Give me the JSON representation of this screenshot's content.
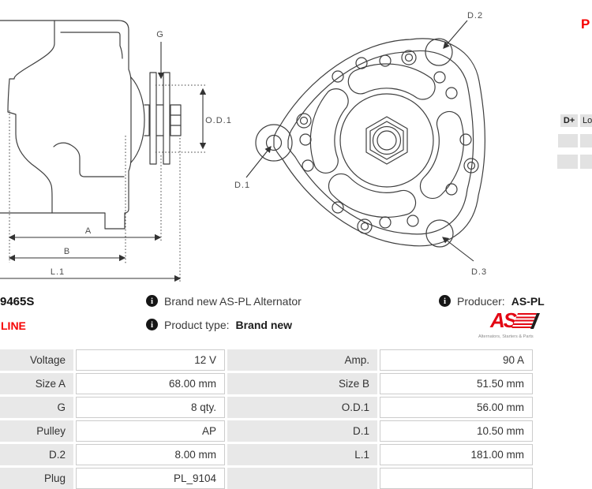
{
  "top_right": {
    "partial_heading": "P",
    "pin_table": {
      "columns": [
        "D+",
        "Lo"
      ]
    }
  },
  "drawing_side": {
    "labels": {
      "g": "G",
      "od1": "O.D.1",
      "a": "A",
      "b": "B",
      "l1": "L.1"
    }
  },
  "drawing_front": {
    "labels": {
      "d1": "D.1",
      "d2": "D.2",
      "d3": "D.3"
    }
  },
  "product": {
    "number": "9465S",
    "line": "LINE",
    "description": "Brand new AS-PL Alternator",
    "product_type_label": "Product type:",
    "product_type_value": "Brand new",
    "producer_label": "Producer:",
    "producer_value": "AS-PL",
    "info_icon_glyph": "i"
  },
  "logo": {
    "as_text": "AS",
    "tagline": "Alternators, Starters & Parts"
  },
  "specs": {
    "rows": [
      {
        "label1": "Voltage",
        "value1": "12 V",
        "label2": "Amp.",
        "value2": "90 A"
      },
      {
        "label1": "Size A",
        "value1": "68.00 mm",
        "label2": "Size B",
        "value2": "51.50 mm"
      },
      {
        "label1": "G",
        "value1": "8 qty.",
        "label2": "O.D.1",
        "value2": "56.00 mm"
      },
      {
        "label1": "Pulley",
        "value1": "AP",
        "label2": "D.1",
        "value2": "10.50 mm"
      },
      {
        "label1": "D.2",
        "value1": "8.00 mm",
        "label2": "L.1",
        "value2": "181.00 mm"
      },
      {
        "label1": "Plug",
        "value1": "PL_9104",
        "label2": "",
        "value2": ""
      }
    ]
  },
  "colors": {
    "brand_red": "#e30613",
    "accent_red": "#f60000",
    "table_label_bg": "#e8e8e8",
    "table_border": "#cccccc",
    "drawing_line": "#3f3f3f"
  }
}
